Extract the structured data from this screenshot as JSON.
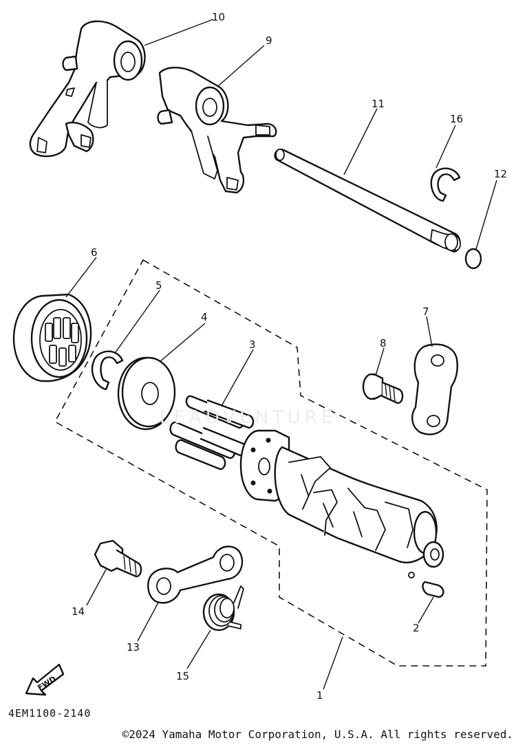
{
  "diagram": {
    "catalog_code": "4EM1100-2140",
    "copyright": "©2024 Yamaha Motor Corporation, U.S.A. All rights reserved.",
    "fwd_label": "FWD",
    "watermark": "LEADVENTURE",
    "callouts": [
      {
        "id": "10",
        "label": "10"
      },
      {
        "id": "9",
        "label": "9"
      },
      {
        "id": "11",
        "label": "11"
      },
      {
        "id": "16",
        "label": "16"
      },
      {
        "id": "12",
        "label": "12"
      },
      {
        "id": "6",
        "label": "6"
      },
      {
        "id": "5",
        "label": "5"
      },
      {
        "id": "4",
        "label": "4"
      },
      {
        "id": "3",
        "label": "3"
      },
      {
        "id": "7",
        "label": "7"
      },
      {
        "id": "8",
        "label": "8"
      },
      {
        "id": "14",
        "label": "14"
      },
      {
        "id": "13",
        "label": "13"
      },
      {
        "id": "15",
        "label": "15"
      },
      {
        "id": "2",
        "label": "2"
      },
      {
        "id": "1",
        "label": "1"
      }
    ]
  }
}
